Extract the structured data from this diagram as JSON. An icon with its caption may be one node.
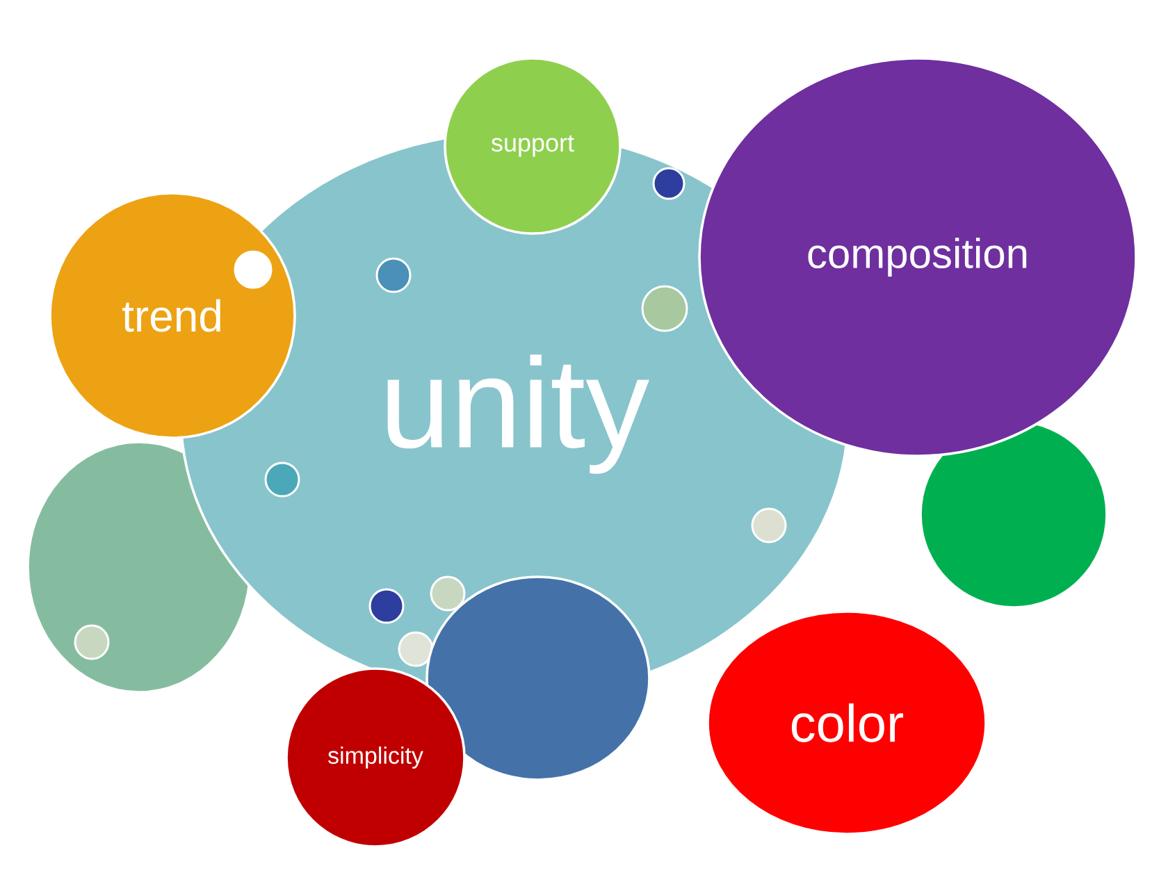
{
  "diagram": {
    "nodes": [
      {
        "text": [
          "support"
        ]
      },
      {
        "text": [
          "trend"
        ]
      },
      {
        "text": [
          "unity"
        ]
      },
      {
        "text": [
          "composition"
        ]
      },
      {
        "text": [
          "simplicity"
        ]
      },
      {
        "text": [
          "color"
        ]
      },
      {
        "text": [],
        "shape": "circle"
      },
      {
        "text": [],
        "shape": "circle"
      },
      {
        "text": [],
        "shape": "circle"
      }
    ]
  }
}
